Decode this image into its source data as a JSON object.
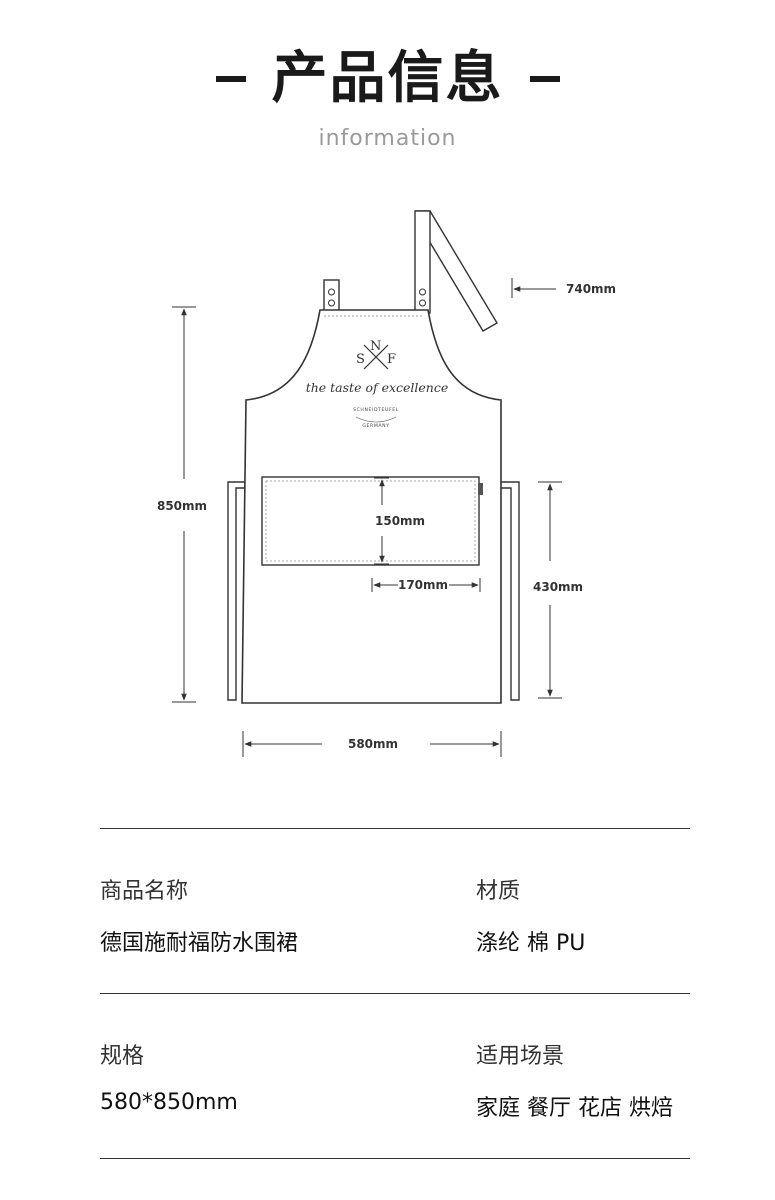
{
  "header": {
    "title": "产品信息",
    "subtitle": "information"
  },
  "diagram": {
    "strap_length": "740mm",
    "total_length": "850mm",
    "pocket_height": "150mm",
    "pocket_width": "170mm",
    "pocket_to_bottom": "430mm",
    "apron_width": "580mm",
    "logo": {
      "letter_n": "N",
      "letter_s": "S",
      "letter_f": "F",
      "tagline": "the taste of excellence",
      "brand": "SCHNEIDTEUFEL",
      "country": "GERMANY"
    }
  },
  "info": {
    "rows": [
      {
        "left": {
          "label": "商品名称",
          "value": "德国施耐福防水围裙"
        },
        "right": {
          "label": "材质",
          "value": "涤纶 棉 PU"
        }
      },
      {
        "left": {
          "label": "规格",
          "value": "580*850mm"
        },
        "right": {
          "label": "适用场景",
          "value": "家庭 餐厅 花店 烘焙"
        }
      }
    ]
  },
  "colors": {
    "text": "#1a1a1a",
    "subtitle": "#9a9a9a",
    "line": "#333333"
  }
}
